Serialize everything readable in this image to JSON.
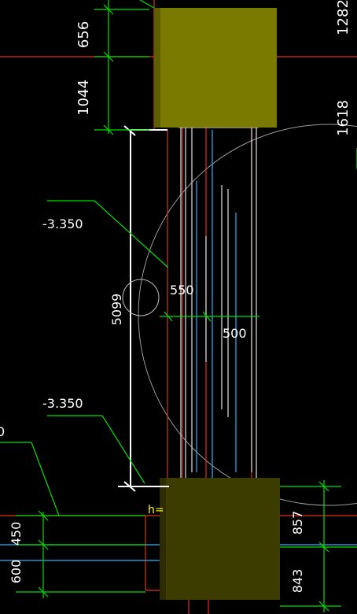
{
  "colors": {
    "background": "#000000",
    "column_fill_top": "#7a7a00",
    "column_fill_bottom": "#3c3c00",
    "dimension_line": "#00e000",
    "guide_red": "#e03020",
    "guide_cyan": "#30b0ff",
    "outline_white": "#ffffff",
    "outline_gray": "#c8c8c8",
    "arc": "#a0a0a0"
  },
  "dimensions": {
    "top_left_656": "656",
    "top_left_1044": "1044",
    "top_right_1282": "1282",
    "top_right_1618": "1618",
    "span_5099": "5099",
    "width_550": "550",
    "width_500": "500",
    "bottom_right_857": "857",
    "bottom_right_843": "843",
    "bottom_left_450": "450",
    "bottom_left_600": "600"
  },
  "elevations": {
    "upper": "-3.350",
    "lower": "-3.350"
  },
  "fragments": {
    "left_edge_zero": "0",
    "h_label": "h="
  }
}
